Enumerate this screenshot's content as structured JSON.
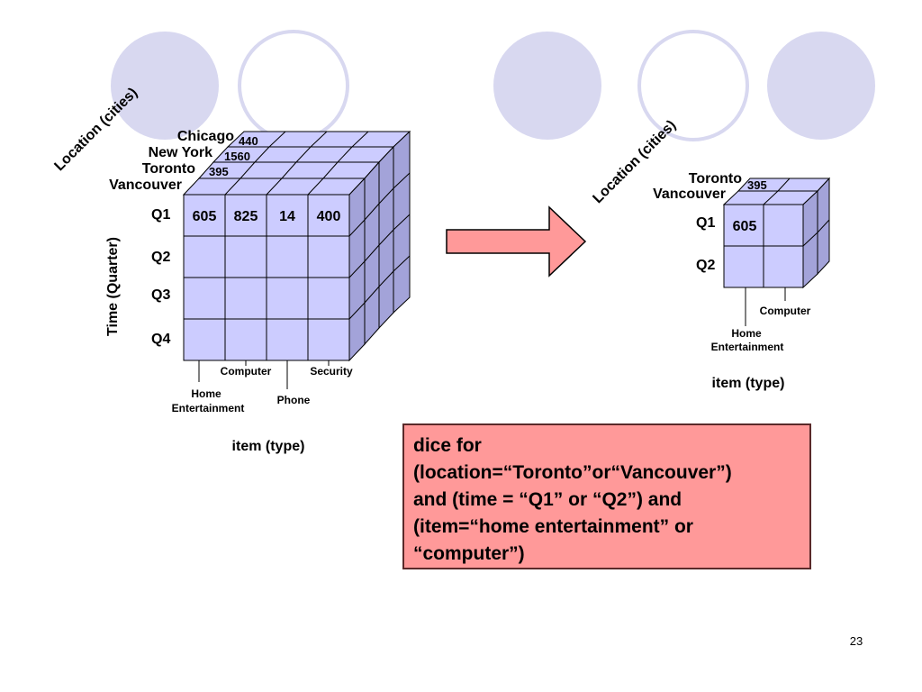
{
  "colors": {
    "circle_fill": "#d8d8f0",
    "circle_outline": "#d8d8f0",
    "cell_fill": "#ccccff",
    "callout_fill": "#ff9999",
    "arrow_fill": "#ff9999"
  },
  "left_cube": {
    "axis_location": "Location (cities)",
    "axis_time": "Time (Quarter)",
    "axis_item": "item (type)",
    "cities": [
      "Chicago",
      "New York",
      "Toronto",
      "Vancouver"
    ],
    "city_values": [
      "440",
      "1560",
      "395"
    ],
    "quarters": [
      "Q1",
      "Q2",
      "Q3",
      "Q4"
    ],
    "q1_values": [
      "605",
      "825",
      "14",
      "400"
    ],
    "items_upper": [
      "Computer",
      "Security"
    ],
    "items_lower": [
      "Home",
      "Entertainment",
      "Phone"
    ]
  },
  "right_cube": {
    "axis_location": "Location (cities)",
    "axis_item": "item (type)",
    "cities": [
      "Toronto",
      "Vancouver"
    ],
    "city_value": "395",
    "quarters": [
      "Q1",
      "Q2"
    ],
    "q1_value": "605",
    "items_upper": [
      "Computer"
    ],
    "items_lower": [
      "Home",
      "Entertainment"
    ]
  },
  "dice": {
    "lines": [
      "dice for",
      "(location=“Toronto”or“Vancouver”)",
      "and (time = “Q1” or “Q2”) and",
      "(item=“home entertainment” or",
      "“computer”)"
    ]
  },
  "page_number": "23"
}
